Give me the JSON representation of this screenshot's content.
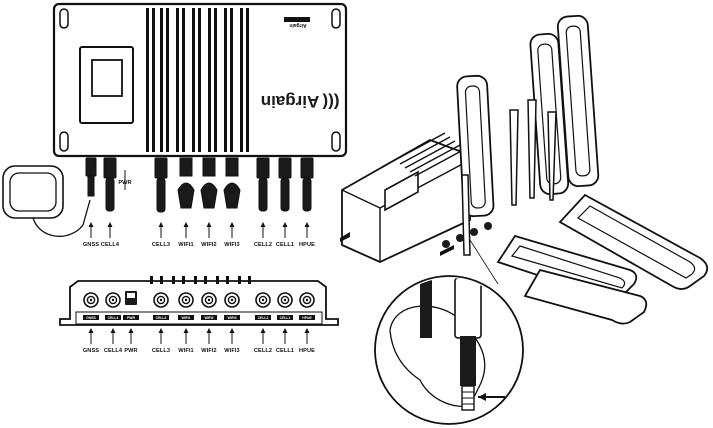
{
  "device": {
    "brand": "Airgain",
    "wave_mark": "(((",
    "top_badge": "Airgain"
  },
  "front_labels": [
    "GNSS",
    "CELL4",
    "PWR",
    "CELL3",
    "WIFI1",
    "WIFI2",
    "WIFI3",
    "CELL2",
    "CELL1",
    "HPUE"
  ],
  "bottom_labels": [
    "GNSS",
    "CELL4",
    "PWR",
    "CELL3",
    "WIFI1",
    "WIFI2",
    "WIFI3",
    "CELL2",
    "CELL1",
    "HPUE"
  ],
  "port_labels": [
    "GNSS",
    "CELL4",
    "PWR",
    "CELL3",
    "WIFI1",
    "WIFI2",
    "WIFI3",
    "CELL2",
    "CELL1",
    "HPUE"
  ],
  "pwr_label_top": "PWR",
  "colors": {
    "ink": "#111111",
    "panel": "#1c1c1c",
    "paper": "#ffffff"
  }
}
